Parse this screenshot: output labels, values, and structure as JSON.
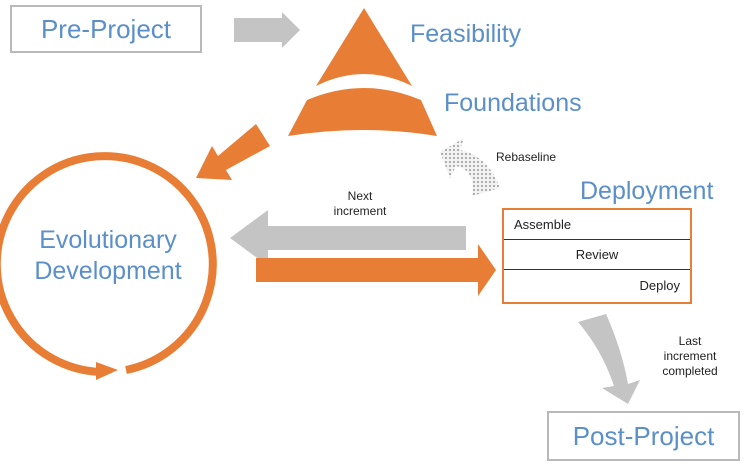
{
  "stages": {
    "pre_project": "Pre-Project",
    "feasibility": "Feasibility",
    "foundations": "Foundations",
    "evolutionary": [
      "Evolutionary",
      "Development"
    ],
    "deployment": "Deployment",
    "post_project": "Post-Project"
  },
  "deployment_steps": [
    "Assemble",
    "Review",
    "Deploy"
  ],
  "arrow_labels": {
    "rebaseline": "Rebaseline",
    "next_increment": [
      "Next",
      "increment"
    ],
    "last_increment": [
      "Last",
      "increment",
      "completed"
    ]
  },
  "colors": {
    "orange": "#e87d35",
    "gray": "#c4c4c4",
    "blue_text": "#5b8fc9",
    "box_border": "#b9b9b9"
  }
}
